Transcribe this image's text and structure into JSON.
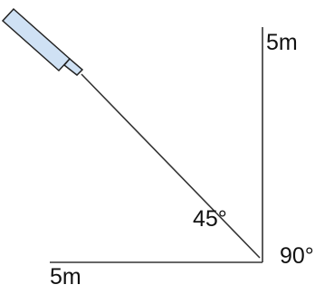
{
  "labels": {
    "vertical_side": "5m",
    "horizontal_side": "5m",
    "acute_angle": "45°",
    "right_angle": "90°"
  },
  "colors": {
    "line": "#333333",
    "device_fill": "#cfe1f4",
    "device_stroke": "#222222"
  }
}
